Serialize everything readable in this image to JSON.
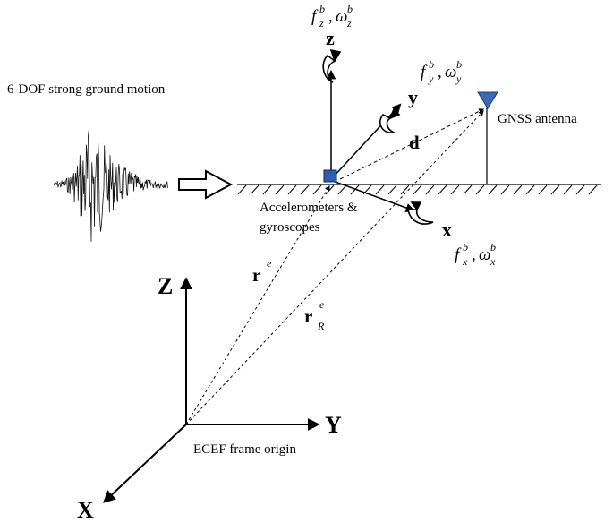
{
  "title": "6-DOF strong ground motion",
  "labels": {
    "gnss": "GNSS antenna",
    "sensor_line1": "Accelerometers &",
    "sensor_line2": "gyroscopes",
    "ecef_origin": "ECEF frame origin"
  },
  "body_axes": {
    "z": "z",
    "y": "y",
    "x": "x"
  },
  "ecef_axes": {
    "Z": "Z",
    "Y": "Y",
    "X": "X"
  },
  "vectors": {
    "d": "d",
    "r": "r",
    "r_sup": "e",
    "rR": "r",
    "rR_sub": "R",
    "rR_sup": "e"
  },
  "annotations": {
    "fz": {
      "f": "f",
      "f_sub": "z",
      "f_sup": "b",
      "sep": ",",
      "w": "ω",
      "w_sub": "z",
      "w_sup": "b"
    },
    "fy": {
      "f": "f",
      "f_sub": "y",
      "f_sup": "b",
      "sep": ",",
      "w": "ω",
      "w_sub": "y",
      "w_sup": "b"
    },
    "fx": {
      "f": "f",
      "f_sub": "x",
      "f_sup": "b",
      "sep": ",",
      "w": "ω",
      "w_sub": "x",
      "w_sup": "b"
    }
  },
  "colors": {
    "sensor": "#2e5ea8",
    "antenna": "#3a6cb4",
    "line": "#000000"
  }
}
